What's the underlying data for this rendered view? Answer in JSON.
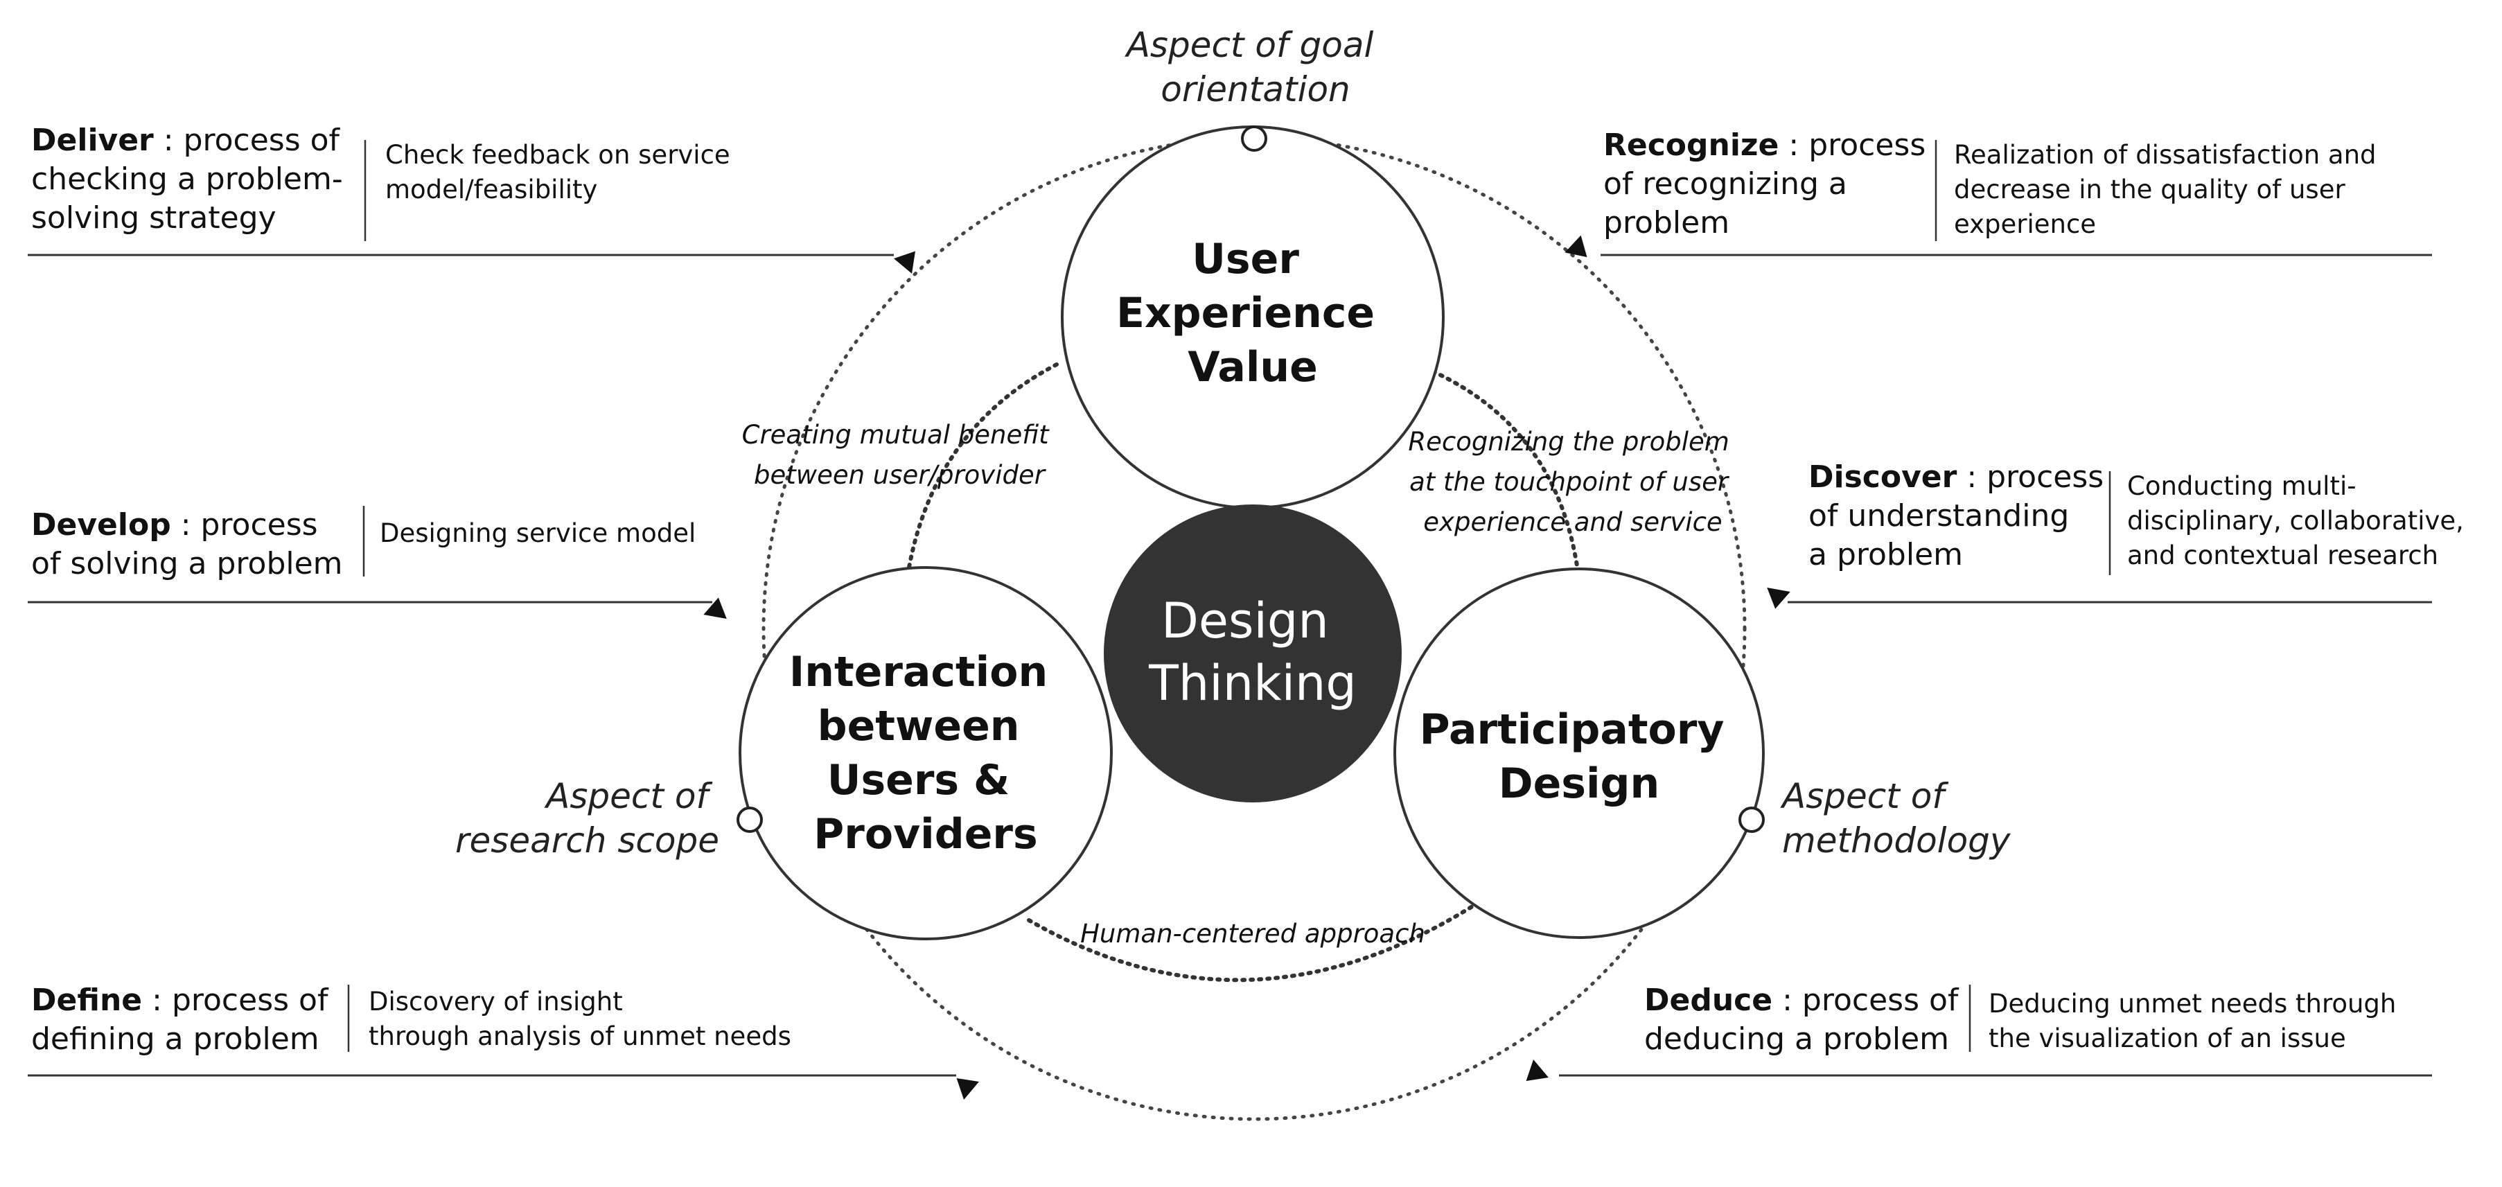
{
  "center": {
    "lines": [
      "Design",
      "Thinking"
    ],
    "fill": "#333333"
  },
  "circles": [
    {
      "name": "user-experience-value",
      "lines": [
        "User",
        "Experience",
        "Value"
      ]
    },
    {
      "name": "interaction-users-providers",
      "lines": [
        "Interaction",
        "between",
        "Users &",
        "Providers"
      ]
    },
    {
      "name": "participatory-design",
      "lines": [
        "Participatory",
        "Design"
      ]
    }
  ],
  "aspects": {
    "goal": [
      "Aspect of goal",
      "orientation"
    ],
    "research": [
      "Aspect of",
      "research scope"
    ],
    "method": [
      "Aspect of",
      "methodology"
    ]
  },
  "relations": {
    "mutual": [
      "Creating mutual benefit",
      "between user/provider"
    ],
    "touchpoint": [
      "Recognizing the problem",
      "at the touchpoint of user",
      "experience and service"
    ],
    "human": [
      "Human-centered approach"
    ]
  },
  "stages": {
    "deliver": {
      "name": "Deliver",
      "title_lines": [
        " : process of",
        "checking a problem-",
        "solving strategy"
      ],
      "desc_lines": [
        "Check feedback on service",
        "model/feasibility"
      ]
    },
    "develop": {
      "name": "Develop",
      "title_lines": [
        " : process",
        "of solving a problem"
      ],
      "desc_lines": [
        "Designing service model"
      ]
    },
    "define": {
      "name": "Define",
      "title_lines": [
        " : process of",
        "defining a problem"
      ],
      "desc_lines": [
        "Discovery of insight",
        "through analysis of unmet needs"
      ]
    },
    "recognize": {
      "name": "Recognize",
      "title_lines": [
        " : process",
        "of recognizing  a",
        "problem"
      ],
      "desc_lines": [
        "Realization of dissatisfaction and",
        "decrease  in the quality of user",
        "experience"
      ]
    },
    "discover": {
      "name": "Discover",
      "title_lines": [
        " : process",
        "of understanding",
        "a problem"
      ],
      "desc_lines": [
        "Conducting multi-",
        "disciplinary, collaborative,",
        "and contextual research"
      ]
    },
    "deduce": {
      "name": "Deduce",
      "title_lines": [
        " : process of",
        "deducing a problem"
      ],
      "desc_lines": [
        "Deducing unmet needs through",
        "the  visualization of an issue"
      ]
    }
  }
}
